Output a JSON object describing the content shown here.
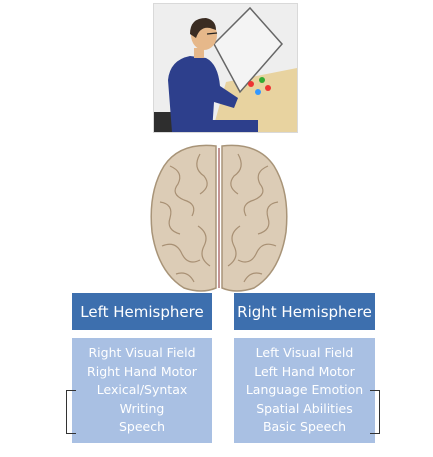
{
  "left_hemisphere": {
    "title": "Left Hemisphere",
    "functions": [
      "Right Visual Field",
      "Right Hand Motor",
      "Lexical/Syntax",
      "Writing",
      "Speech"
    ]
  },
  "right_hemisphere": {
    "title": "Right Hemisphere",
    "functions": [
      "Left Visual Field",
      "Left Hand Motor",
      "Language Emotion",
      "Spatial Abilities",
      "Basic Speech"
    ]
  },
  "colors": {
    "header": "#3d6fae",
    "list": "#a9c0e3",
    "text": "#ffffff"
  }
}
